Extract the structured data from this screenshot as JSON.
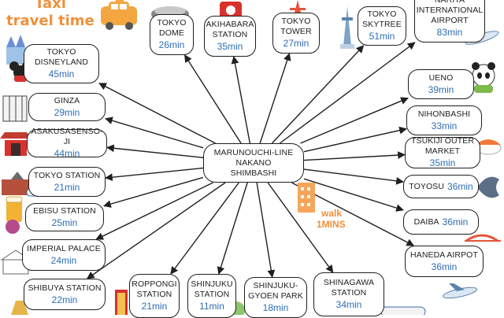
{
  "title": {
    "line1": "Taxi",
    "line2": "travel time"
  },
  "center": {
    "label": "MARUNOUCHI-LINE\nNAKANO\nSHIMBASHI"
  },
  "walk": {
    "label": "walk",
    "time": "1MINS"
  },
  "destinations": {
    "tokyo_dome": {
      "name": "TOKYO\nDOME",
      "time": "26min"
    },
    "akihabara": {
      "name": "AKIHABARA\nSTATION",
      "time": "35min"
    },
    "tokyo_tower": {
      "name": "TOKYO\nTOWER",
      "time": "27min"
    },
    "tokyo_skytree": {
      "name": "TOKYO\nSKYTREE",
      "time": "51min"
    },
    "narita": {
      "name": "NARITA\nINTERNATIONAL\nAIRPORT",
      "time": "83min"
    },
    "tokyo_disneyland": {
      "name": "TOKYO\nDISNEYLAND",
      "time": "45min"
    },
    "ginza": {
      "name": "GINZA",
      "time": "29min"
    },
    "asakusa": {
      "name": "ASAKUSASENSO-JI",
      "time": "44min"
    },
    "tokyo_station": {
      "name": "TOKYO STATION",
      "time": "21min"
    },
    "ebisu": {
      "name": "EBISU STATION",
      "time": "25min"
    },
    "imperial_palace": {
      "name": "IMPERIAL PALACE",
      "time": "24min"
    },
    "shibuya": {
      "name": "SHIBUYA STATION",
      "time": "22min"
    },
    "roppongi": {
      "name": "ROPPONGI\nSTATION",
      "time": "21min"
    },
    "shinjuku": {
      "name": "SHINJUKU\nSTATION",
      "time": "11min"
    },
    "shinjuku_gyoen": {
      "name": "SHINJUKU-\nGYOEN PARK",
      "time": "18min"
    },
    "shinagawa": {
      "name": "SHINAGAWA\nSTATION",
      "time": "34min"
    },
    "ueno": {
      "name": "UENO",
      "time": "39min"
    },
    "nihonbashi": {
      "name": "NIHONBASHI",
      "time": "33min"
    },
    "tsukiji": {
      "name": "TSUKIJI OUTER\nMARKET",
      "time": "35min"
    },
    "toyosu": {
      "name": "TOYOSU",
      "time": "36min"
    },
    "daiba": {
      "name": "DAIBA",
      "time": "36min"
    },
    "haneda": {
      "name": "HANEDA AIRPOT",
      "time": "36min"
    }
  },
  "colors": {
    "accent": "#f0903b",
    "time": "#2e6db4",
    "line": "#1f1f1f"
  }
}
